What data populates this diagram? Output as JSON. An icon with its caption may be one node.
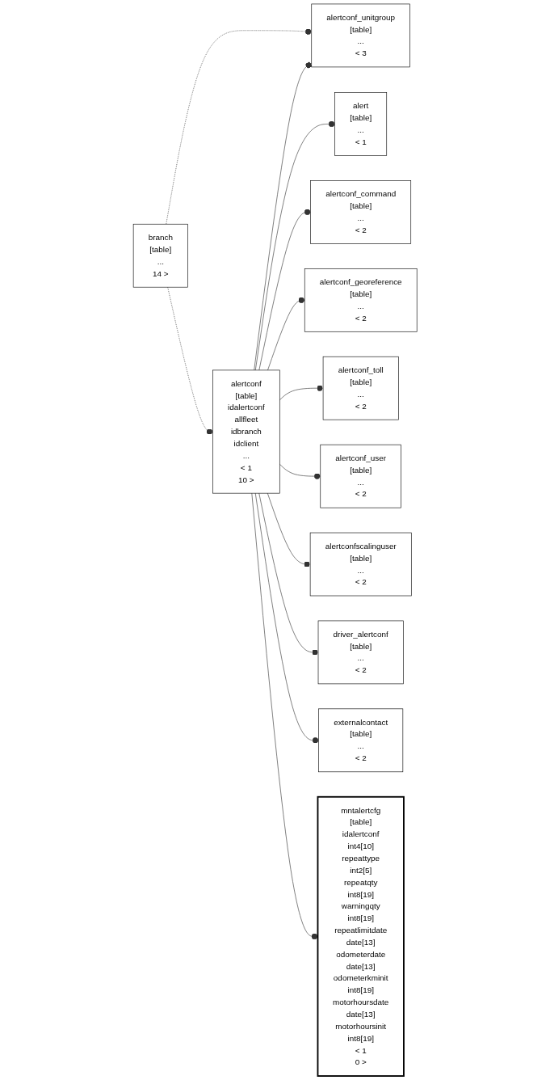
{
  "diagram": {
    "nodes": [
      {
        "text": [
          "branch",
          "[table]",
          "...",
          "14 >"
        ]
      },
      {
        "text": [
          "alertconf",
          "[table]",
          "idalertconf",
          "allfleet",
          "idbranch",
          "idclient",
          "...",
          "< 1",
          "10 >"
        ]
      },
      {
        "text": [
          "alertconf_unitgroup",
          "[table]",
          "...",
          "< 3"
        ]
      },
      {
        "text": [
          "alert",
          "[table]",
          "...",
          "< 1"
        ]
      },
      {
        "text": [
          "alertconf_command",
          "[table]",
          "...",
          "< 2"
        ]
      },
      {
        "text": [
          "alertconf_georeference",
          "[table]",
          "...",
          "< 2"
        ]
      },
      {
        "text": [
          "alertconf_toll",
          "[table]",
          "...",
          "< 2"
        ]
      },
      {
        "text": [
          "alertconf_user",
          "[table]",
          "...",
          "< 2"
        ]
      },
      {
        "text": [
          "alertconfscalinguser",
          "[table]",
          "...",
          "< 2"
        ]
      },
      {
        "text": [
          "driver_alertconf",
          "[table]",
          "...",
          "< 2"
        ]
      },
      {
        "text": [
          "externalcontact",
          "[table]",
          "...",
          "< 2"
        ]
      },
      {
        "text": [
          "mntalertcfg",
          "[table]",
          "idalertconf",
          "int4[10]",
          "repeattype",
          "int2[5]",
          "repeatqty",
          "int8[19]",
          "warningqty",
          "int8[19]",
          "repeatlimitdate",
          "date[13]",
          "odometerdate",
          "date[13]",
          "odometerkminit",
          "int8[19]",
          "motorhoursdate",
          "date[13]",
          "motorhoursinit",
          "int8[19]",
          "< 1",
          "0 >"
        ]
      }
    ],
    "edges": [
      {
        "from": 0,
        "to": 2,
        "arrow": "other",
        "style": "dashed"
      },
      {
        "from": 0,
        "to": 1,
        "arrow": "other",
        "style": "dashed"
      },
      {
        "from": 1,
        "to": 2,
        "arrow": "other"
      },
      {
        "from": 1,
        "to": 3,
        "arrow": "other"
      },
      {
        "from": 1,
        "to": 4,
        "arrow": "other"
      },
      {
        "from": 1,
        "to": 5,
        "arrow": "other"
      },
      {
        "from": 1,
        "to": 6,
        "arrow": "other"
      },
      {
        "from": 1,
        "to": 7,
        "arrow": "other"
      },
      {
        "from": 1,
        "to": 8,
        "arrow": "other"
      },
      {
        "from": 1,
        "to": 9,
        "arrow": "other"
      },
      {
        "from": 1,
        "to": 10,
        "arrow": "other"
      },
      {
        "from": 1,
        "to": 11,
        "arrow": "other"
      }
    ]
  }
}
